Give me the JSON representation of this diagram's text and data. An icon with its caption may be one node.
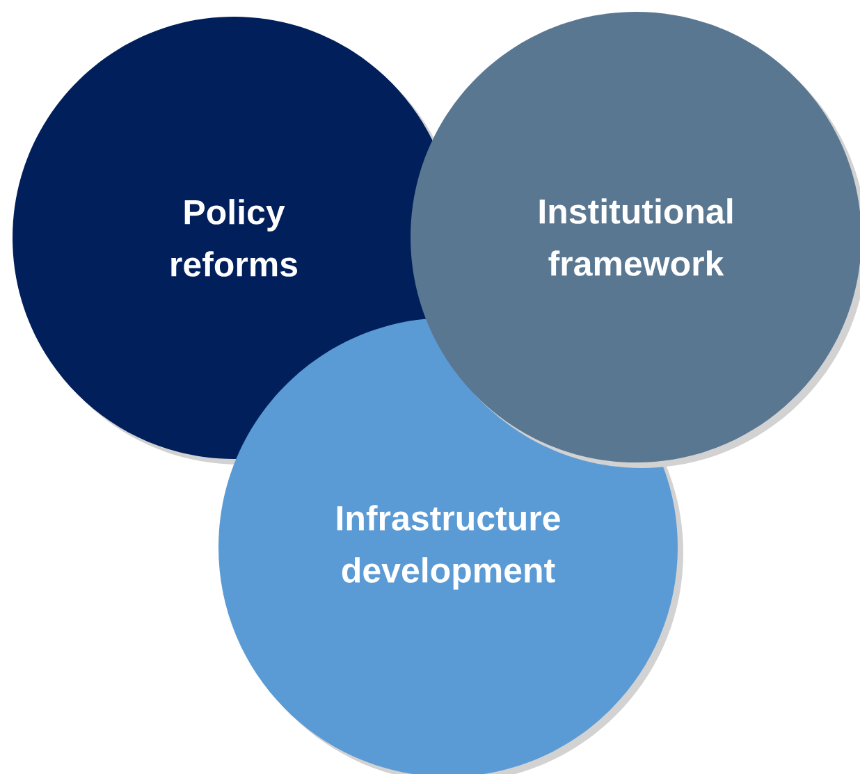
{
  "diagram": {
    "nodes": [
      {
        "text": [
          "Policy reforms"
        ]
      },
      {
        "text": [
          "Institutional framework"
        ]
      },
      {
        "text": [
          "Infrastructure development"
        ]
      }
    ]
  }
}
